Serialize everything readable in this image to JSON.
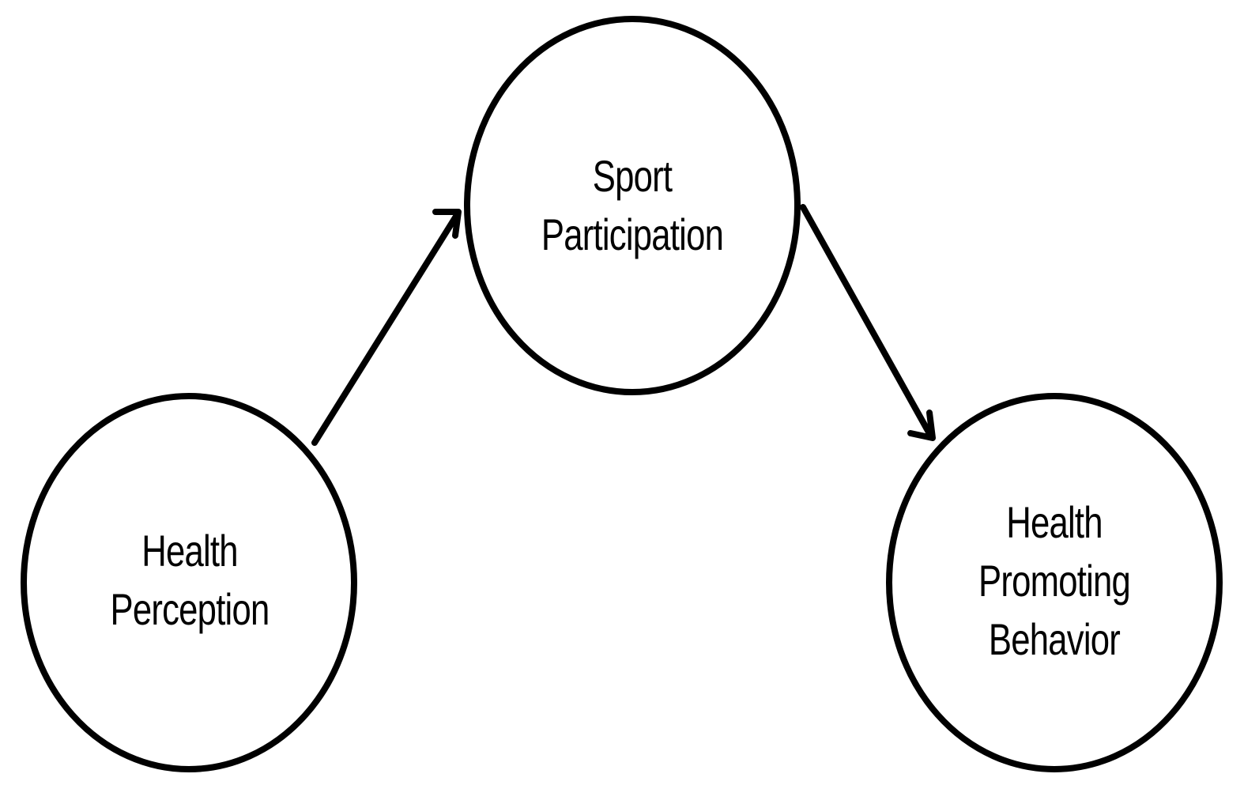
{
  "nodes": {
    "health_perception": {
      "lines": [
        "Health",
        "Perception"
      ]
    },
    "sport_participation": {
      "lines": [
        "Sport",
        "Participation"
      ]
    },
    "health_promoting_behavior": {
      "lines": [
        "Health",
        "Promoting",
        "Behavior"
      ]
    }
  },
  "edges": [
    {
      "from": "health_perception",
      "to": "sport_participation"
    },
    {
      "from": "sport_participation",
      "to": "health_promoting_behavior"
    }
  ],
  "colors": {
    "stroke": "#000000",
    "background": "#ffffff"
  }
}
